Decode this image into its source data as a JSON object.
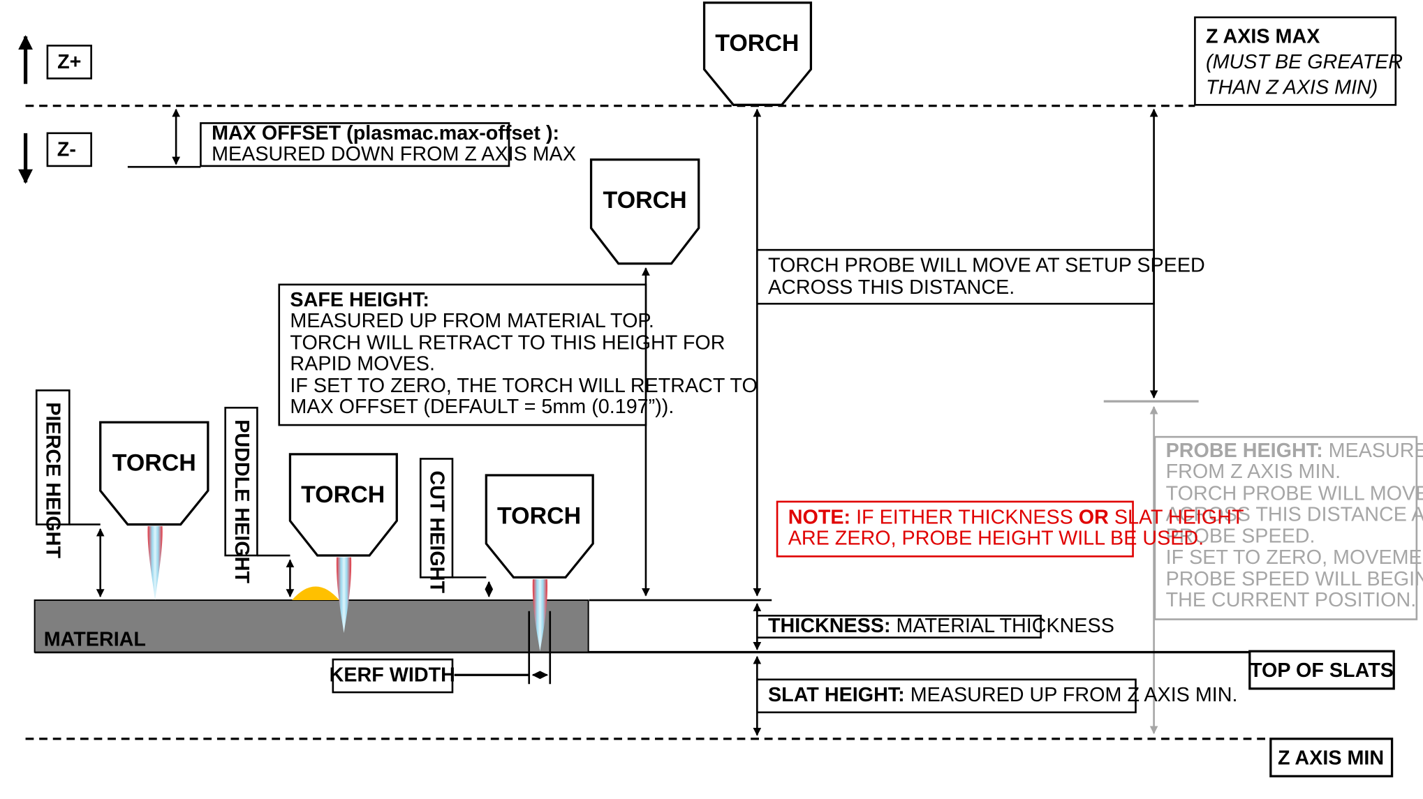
{
  "labels": {
    "z_plus": "Z+",
    "z_minus": "Z-",
    "z_axis_max_title": "Z AXIS MAX",
    "z_axis_max_note_1": "(MUST BE GREATER",
    "z_axis_max_note_2": "THAN Z AXIS MIN)",
    "z_axis_min": "Z AXIS MIN",
    "top_of_slats": "TOP OF SLATS",
    "material": "MATERIAL",
    "kerf_width": "KERF WIDTH",
    "pierce_height": "PIERCE HEIGHT",
    "puddle_height": "PUDDLE HEIGHT",
    "cut_height": "CUT HEIGHT",
    "torch": "TORCH"
  },
  "max_offset": {
    "title": "MAX OFFSET (plasmac.max-offset ):",
    "line_1": "MEASURED DOWN FROM Z AXIS MAX"
  },
  "safe_height": {
    "title": "SAFE HEIGHT:",
    "line_1": "MEASURED UP FROM MATERIAL TOP.",
    "line_2": "TORCH WILL RETRACT TO THIS HEIGHT FOR",
    "line_3": "RAPID MOVES.",
    "line_4": "IF SET TO ZERO, THE TORCH WILL RETRACT TO",
    "line_5": "MAX OFFSET (DEFAULT = 5mm (0.197”))."
  },
  "setup_speed": {
    "line_1": "TORCH PROBE WILL MOVE AT SETUP SPEED",
    "line_2": "ACROSS THIS DISTANCE."
  },
  "note": {
    "prefix": "NOTE:",
    "part_1": "  IF EITHER THICKNESS ",
    "emph": "OR",
    "part_2": " SLAT HEIGHT",
    "line_2": "ARE ZERO, PROBE HEIGHT WILL BE USED."
  },
  "probe_height": {
    "title": "PROBE HEIGHT:",
    "line_1_rest": " MEASURED UP",
    "line_2": "FROM Z AXIS MIN.",
    "line_3": "TORCH PROBE WILL MOVE",
    "line_4": "ACROSS THIS DISTANCE AT",
    "line_5": "PROBE SPEED.",
    "line_6": "IF SET TO ZERO,  MOVEMENT AT",
    "line_7": "PROBE SPEED WILL BEGIN FROM",
    "line_8": "THE CURRENT POSITION."
  },
  "thickness": {
    "title": "THICKNESS:",
    "text": "  MATERIAL THICKNESS"
  },
  "slat_height": {
    "title": "SLAT HEIGHT:",
    "text": "  MEASURED UP FROM Z AXIS MIN."
  },
  "colors": {
    "material": "#7f7f7f",
    "note_red": "#e00000",
    "probe_grey": "#a6a6a6",
    "puddle": "#ffc000"
  }
}
